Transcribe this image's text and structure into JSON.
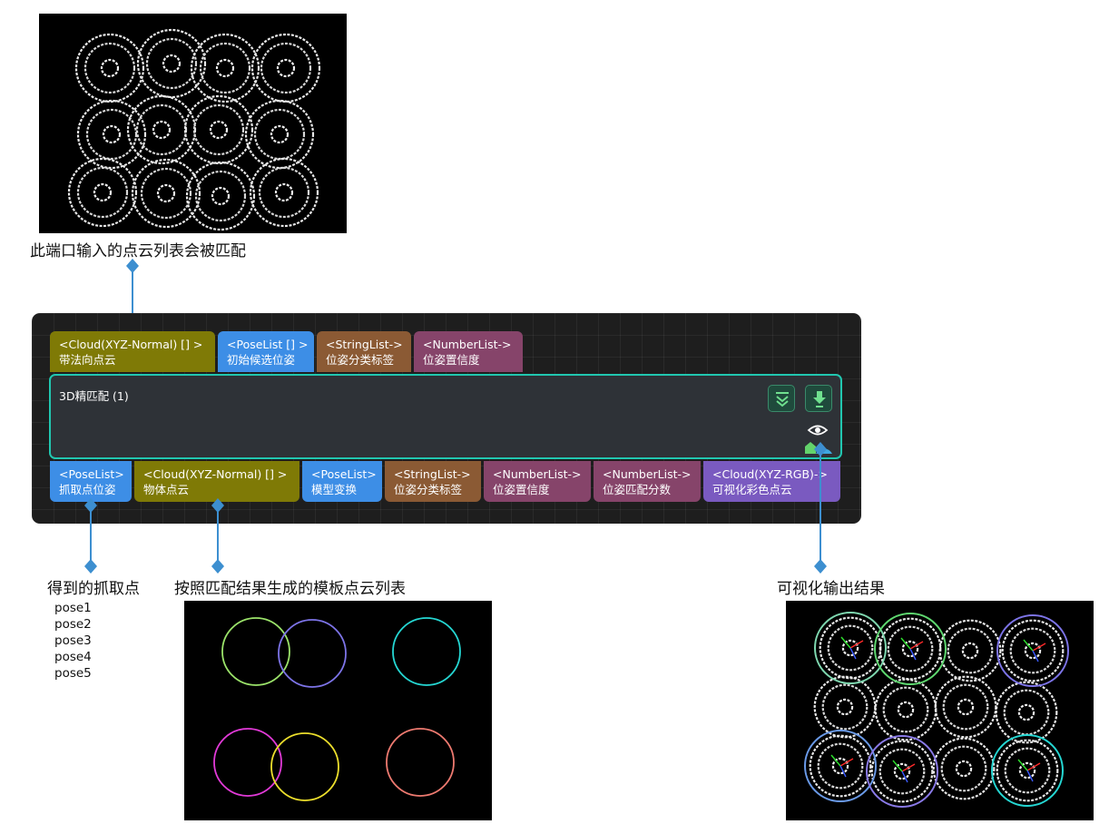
{
  "captions": {
    "input_note": "此端口输入的点云列表会被匹配",
    "grasp_points": "得到的抓取点",
    "template_clouds": "按照匹配结果生成的模板点云列表",
    "visual_output": "可视化输出结果"
  },
  "node": {
    "title": "3D精匹配 (1)",
    "inputs": [
      {
        "type": "<Cloud(XYZ-Normal) [] >",
        "label": "带法向点云",
        "color": "#7f7a06"
      },
      {
        "type": "<PoseList [] >",
        "label": "初始候选位姿",
        "color": "#3d8ee6"
      },
      {
        "type": "<StringList->",
        "label": "位姿分类标签",
        "color": "#8b5a34"
      },
      {
        "type": "<NumberList->",
        "label": "位姿置信度",
        "color": "#86446a"
      }
    ],
    "outputs": [
      {
        "type": "<PoseList>",
        "label": "抓取点位姿",
        "color": "#3d8ee6"
      },
      {
        "type": "<Cloud(XYZ-Normal) [] >",
        "label": "物体点云",
        "color": "#7f7a06"
      },
      {
        "type": "<PoseList>",
        "label": "模型变换",
        "color": "#3d8ee6"
      },
      {
        "type": "<StringList->",
        "label": "位姿分类标签",
        "color": "#8b5a34"
      },
      {
        "type": "<NumberList->",
        "label": "位姿置信度",
        "color": "#86446a"
      },
      {
        "type": "<NumberList->",
        "label": "位姿匹配分数",
        "color": "#86446a"
      },
      {
        "type": "<Cloud(XYZ-RGB)->",
        "label": "可视化彩色点云",
        "color": "#7a5ac0"
      }
    ],
    "border_color": "#21c7b0",
    "icons": [
      "collapse-icon",
      "run-step-icon",
      "eye-icon"
    ]
  },
  "poses": [
    "pose1",
    "pose2",
    "pose3",
    "pose4",
    "pose5"
  ],
  "connector_color": "#3d8fd0",
  "template_circle_colors": [
    "#9be36a",
    "#7d74e8",
    "#25d7d3",
    "#e23ad8",
    "#ecdf2c",
    "#ee7a70"
  ]
}
